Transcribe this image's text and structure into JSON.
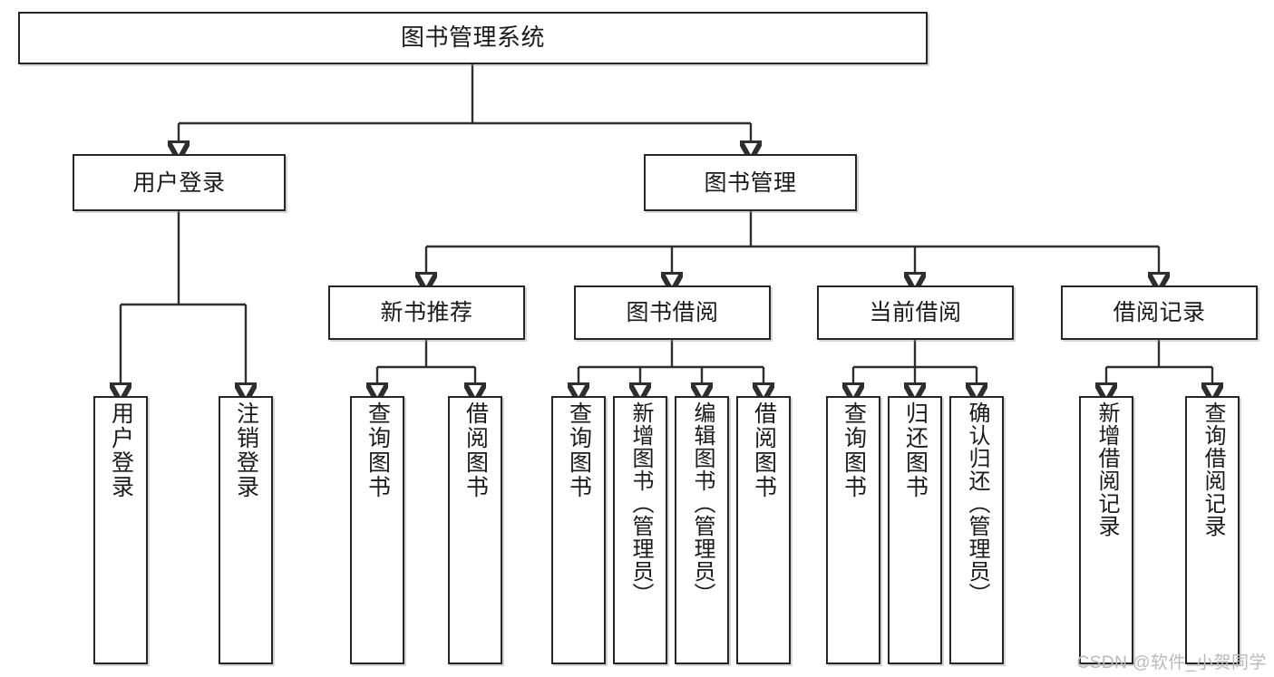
{
  "diagram": {
    "type": "tree-hierarchy",
    "title": "图书管理系统",
    "watermark": "CSDN @软件_小贺同学",
    "colors": {
      "box_border": "#262626",
      "box_fill": "#ffffff",
      "connector": "#2e2e2e",
      "text": "#1a1a1a",
      "watermark": "#b9b9b9",
      "background": "#ffffff"
    },
    "nodes": {
      "root": {
        "label": "图书管理系统"
      },
      "level2": [
        {
          "id": "user-login",
          "label": "用户登录"
        },
        {
          "id": "book-manage",
          "label": "图书管理"
        }
      ],
      "level3": [
        {
          "id": "new-book-recommend",
          "label": "新书推荐"
        },
        {
          "id": "book-borrow",
          "label": "图书借阅"
        },
        {
          "id": "current-borrow",
          "label": "当前借阅"
        },
        {
          "id": "borrow-record",
          "label": "借阅记录"
        }
      ],
      "leaves": {
        "user-login": [
          {
            "id": "leaf-user-login",
            "label": "用户登录"
          },
          {
            "id": "leaf-logout-login",
            "label": "注销登录"
          }
        ],
        "new-book-recommend": [
          {
            "id": "leaf-query-book-1",
            "label": "查询图书"
          },
          {
            "id": "leaf-borrow-book-1",
            "label": "借阅图书"
          }
        ],
        "book-borrow": [
          {
            "id": "leaf-query-book-2",
            "label": "查询图书"
          },
          {
            "id": "leaf-add-book",
            "label": "新增图书（管理员）"
          },
          {
            "id": "leaf-edit-book",
            "label": "编辑图书（管理员）"
          },
          {
            "id": "leaf-borrow-book-2",
            "label": "借阅图书"
          }
        ],
        "current-borrow": [
          {
            "id": "leaf-query-book-3",
            "label": "查询图书"
          },
          {
            "id": "leaf-return-book",
            "label": "归还图书"
          },
          {
            "id": "leaf-confirm-return",
            "label": "确认归还（管理员）"
          }
        ],
        "borrow-record": [
          {
            "id": "leaf-add-record",
            "label": "新增借阅记录"
          },
          {
            "id": "leaf-query-record",
            "label": "查询借阅记录"
          }
        ]
      }
    }
  }
}
